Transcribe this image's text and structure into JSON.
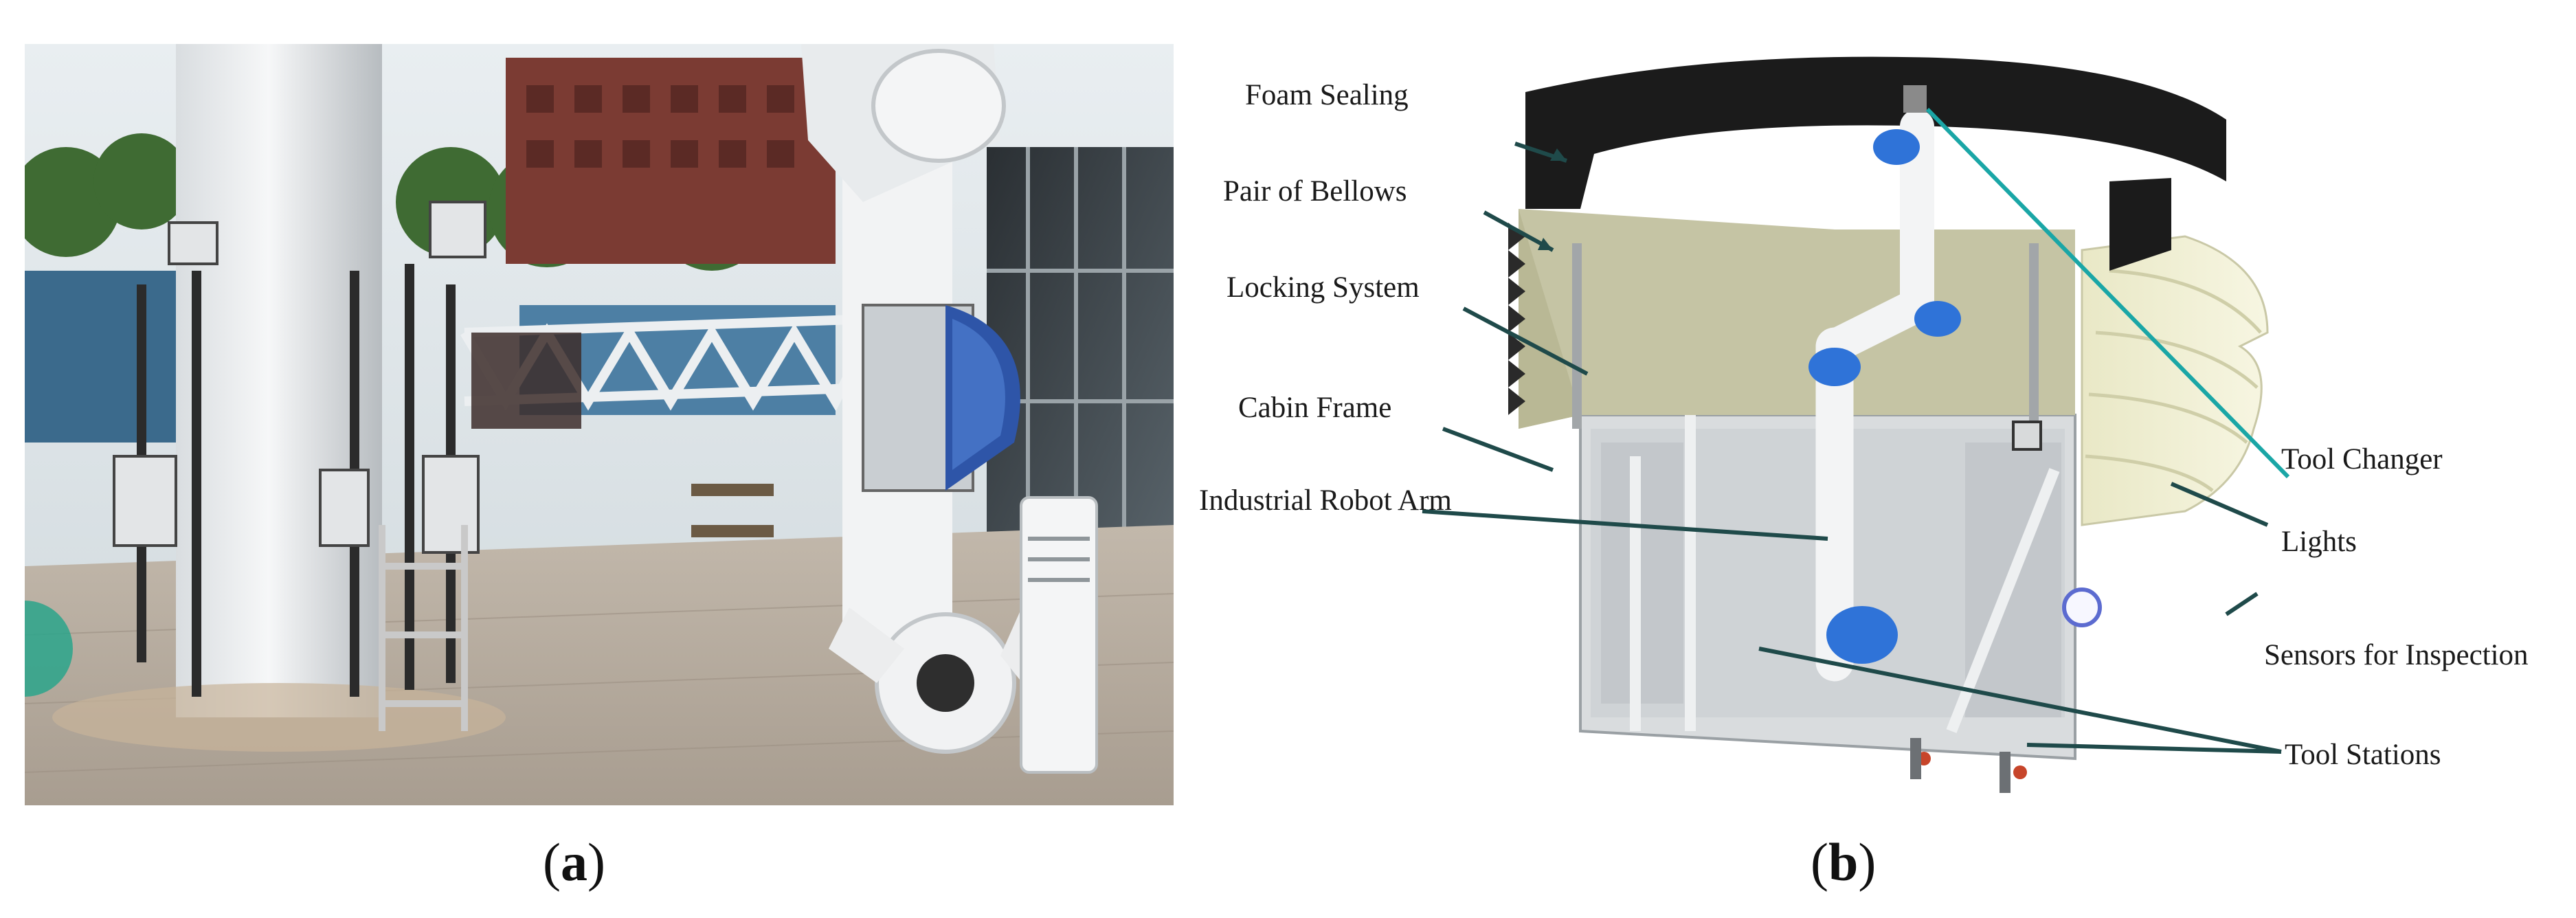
{
  "figure": {
    "panel_a": {
      "caption_label": "a"
    },
    "panel_b": {
      "caption_label": "b",
      "callouts": {
        "foam_sealing": "Foam Sealing",
        "pair_of_bellows": "Pair of Bellows",
        "locking_system": "Locking System",
        "cabin_frame": "Cabin Frame",
        "industrial_robot_arm": "Industrial Robot Arm",
        "tool_changer": "Tool Changer",
        "lights": "Lights",
        "sensors_for_inspection": "Sensors for Inspection",
        "tool_stations": "Tool Stations"
      }
    }
  },
  "colors": {
    "leader_line": "#1f4a4a",
    "tool_changer_line": "#1aa6a6",
    "foam_black": "#1b1b1b",
    "bellows_cream": "#efeecd",
    "robot_joint_blue": "#2f73d8",
    "sky": "#dfe6ea",
    "pavement": "#b8ada0"
  }
}
